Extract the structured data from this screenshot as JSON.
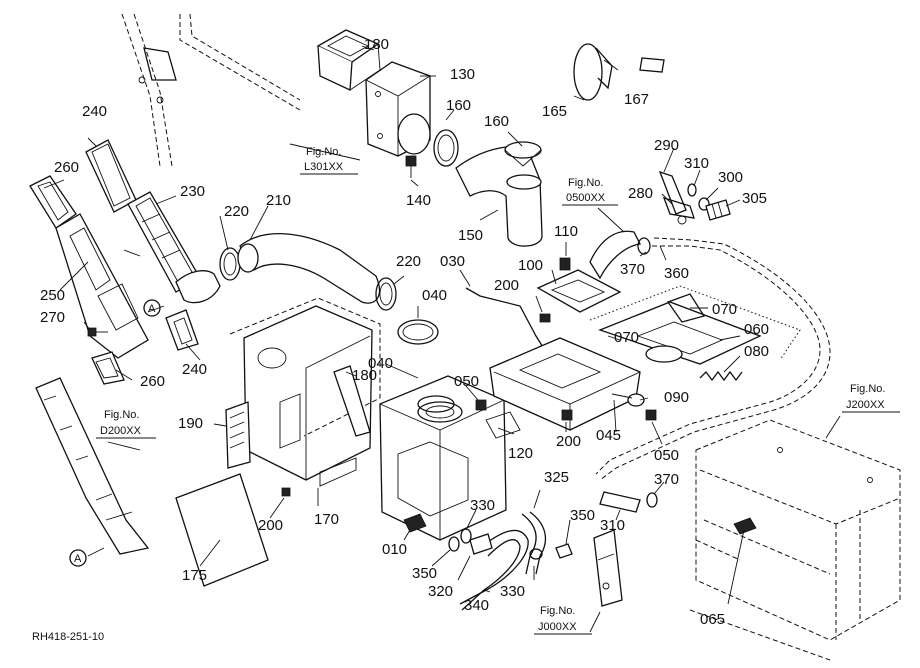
{
  "diagram": {
    "code": "RH418-251-10",
    "callout_a": "A",
    "part_numbers": [
      "180",
      "130",
      "160",
      "160",
      "165",
      "167",
      "140",
      "150",
      "240",
      "260",
      "230",
      "220",
      "210",
      "110",
      "290",
      "310",
      "300",
      "305",
      "280",
      "370",
      "360",
      "100",
      "030",
      "200",
      "220",
      "040",
      "070",
      "250",
      "270",
      "060",
      "070",
      "080",
      "040",
      "180",
      "050",
      "090",
      "190",
      "045",
      "200",
      "120",
      "050",
      "370",
      "260",
      "240",
      "325",
      "330",
      "350",
      "200",
      "170",
      "310",
      "175",
      "010",
      "350",
      "320",
      "340",
      "330",
      "065"
    ],
    "figure_refs": [
      {
        "line1": "Fig.No.",
        "line2": "L301XX"
      },
      {
        "line1": "Fig.No.",
        "line2": "0500XX"
      },
      {
        "line1": "Fig.No.",
        "line2": "D200XX"
      },
      {
        "line1": "Fig.No.",
        "line2": "J200XX"
      },
      {
        "line1": "Fig.No.",
        "line2": "J000XX"
      }
    ]
  }
}
